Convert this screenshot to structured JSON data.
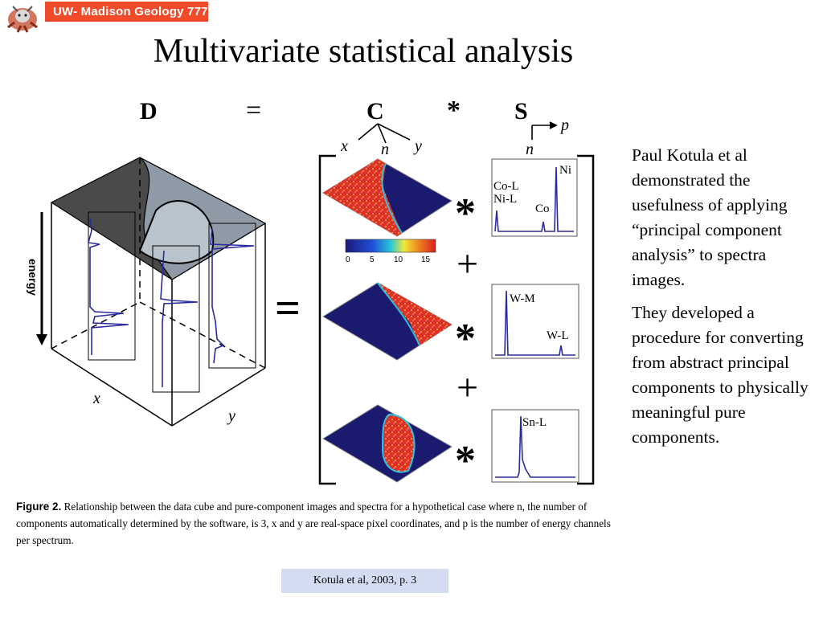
{
  "header": {
    "course": "UW- Madison Geology 777",
    "title": "Multivariate statistical analysis"
  },
  "figure": {
    "equation": {
      "d": "D",
      "equals": "=",
      "c": "C",
      "star": "*",
      "s": "S"
    },
    "c_axes": {
      "x": "x",
      "n": "n",
      "y": "y"
    },
    "s_axes": {
      "n": "n",
      "p": "p"
    },
    "cube_labels": {
      "energy": "energy",
      "x": "x",
      "y": "y"
    },
    "big_equals": "=",
    "ops": {
      "times": "*",
      "plus": "+"
    },
    "colorbar_ticks": [
      "0",
      "5",
      "10",
      "15"
    ],
    "spectra": [
      {
        "labels": [
          "Co-L",
          "Ni-L",
          "Co",
          "Ni"
        ]
      },
      {
        "labels": [
          "W-M",
          "W-L"
        ]
      },
      {
        "labels": [
          "Sn-L"
        ]
      }
    ]
  },
  "caption": {
    "label": "Figure 2.",
    "text": "Relationship between the data cube and pure-component images and spectra for a hypothetical case where n, the number of components automatically determined by the software, is 3, x and y are real-space pixel coordinates, and p is the number of energy channels per spectrum."
  },
  "notes": {
    "p1": "Paul Kotula et al demonstrated the usefulness of applying “principal component analysis” to spectra images.",
    "p2": "They developed a procedure for converting from abstract principal components to physically meaningful pure components."
  },
  "citation": "Kotula et al, 2003, p. 3"
}
